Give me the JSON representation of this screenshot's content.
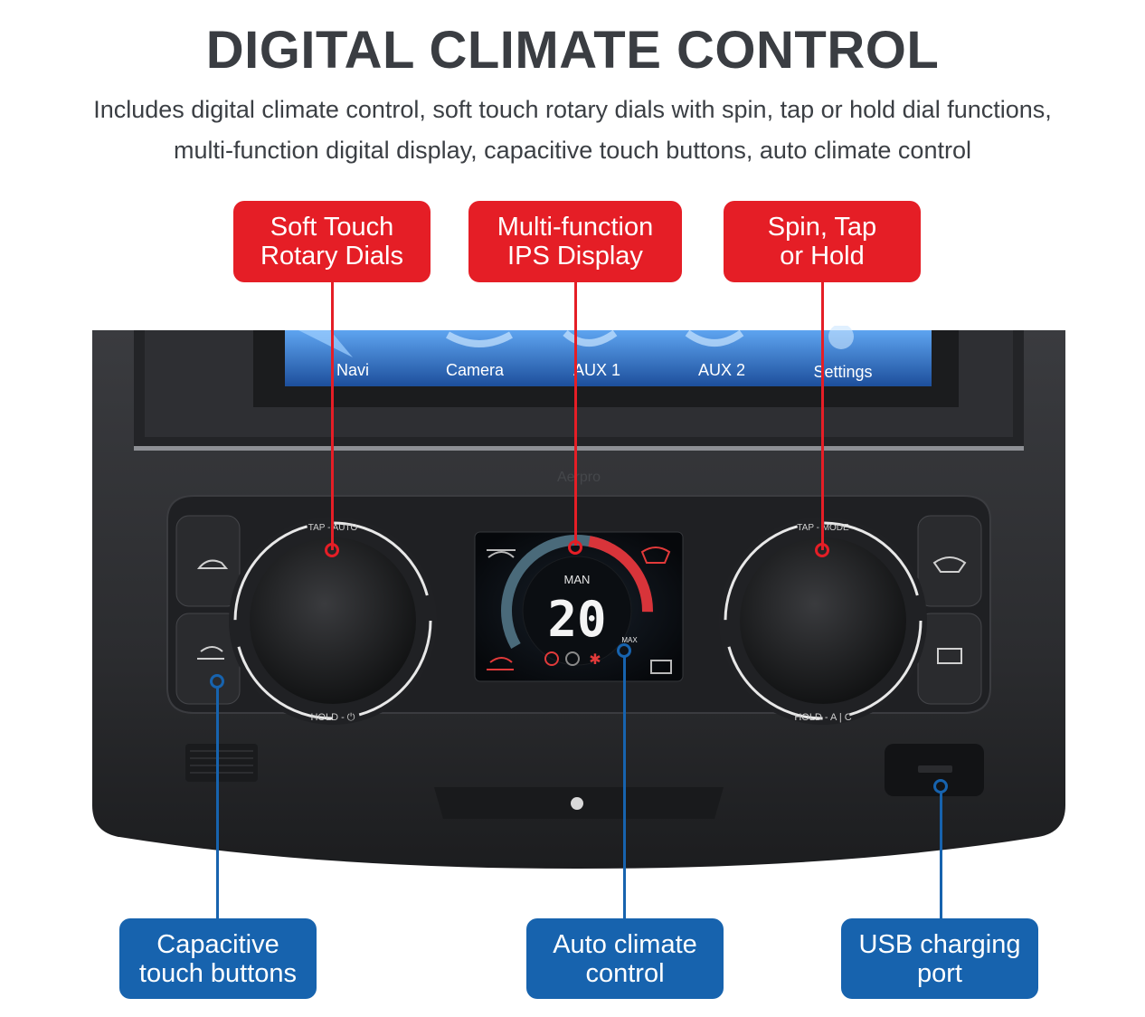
{
  "header": {
    "title": "DIGITAL CLIMATE CONTROL",
    "subtitle_line1": "Includes digital climate control, soft touch rotary dials with spin, tap or hold dial functions,",
    "subtitle_line2": "multi-function digital display, capacitive touch buttons, auto climate control"
  },
  "callouts_top": [
    {
      "line1": "Soft Touch",
      "line2": "Rotary Dials"
    },
    {
      "line1": "Multi-function",
      "line2": "IPS Display"
    },
    {
      "line1": "Spin, Tap",
      "line2": "or Hold"
    }
  ],
  "callouts_bottom": [
    {
      "line1": "Capacitive",
      "line2": "touch buttons"
    },
    {
      "line1": "Auto climate",
      "line2": "control"
    },
    {
      "line1": "USB charging",
      "line2": "port"
    }
  ],
  "infotainment_menu": [
    "Navi",
    "Camera",
    "AUX 1",
    "AUX 2",
    "Settings"
  ],
  "unit": {
    "brand": "Aerpro",
    "left_dial_top": "TAP - AUTO",
    "left_dial_bottom": "HOLD - ⏻",
    "right_dial_top": "TAP - MODE",
    "right_dial_bottom": "HOLD - A | C"
  },
  "display": {
    "mode": "MAN",
    "temperature": "20",
    "max_label": "MAX"
  },
  "colors": {
    "callout_red": "#e51e26",
    "callout_blue": "#1763ae",
    "bezel": "#2a2b2e",
    "screen_blue": "#3d7fd9"
  },
  "icons": [
    "recirculate-icon",
    "fresh-air-icon",
    "front-defrost-icon",
    "rear-defrost-icon",
    "power-icon",
    "steering-wheel-icon",
    "snowflake-icon"
  ]
}
